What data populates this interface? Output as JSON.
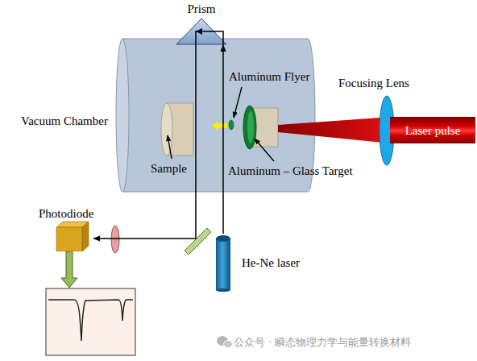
{
  "diagram": {
    "nodes": [
      {
        "text": [
          "Prism"
        ]
      },
      {
        "text": [
          "Laser pulse"
        ]
      },
      {
        "text": [
          "Photodiode"
        ]
      },
      {
        "text": [
          "He-Ne laser"
        ]
      }
    ],
    "edges": [
      {
        "from": 3,
        "to": 0,
        "arrow": "to"
      },
      {
        "from": 0,
        "to": 2,
        "arrow": "to"
      }
    ],
    "labels": [
      "Aluminum Flyer",
      "Focusing Lens",
      "Vacuum Chamber",
      "Sample",
      "Aluminum – Glass Target",
      "公众号 · 瞬态物理力学与能量转换材料"
    ]
  }
}
